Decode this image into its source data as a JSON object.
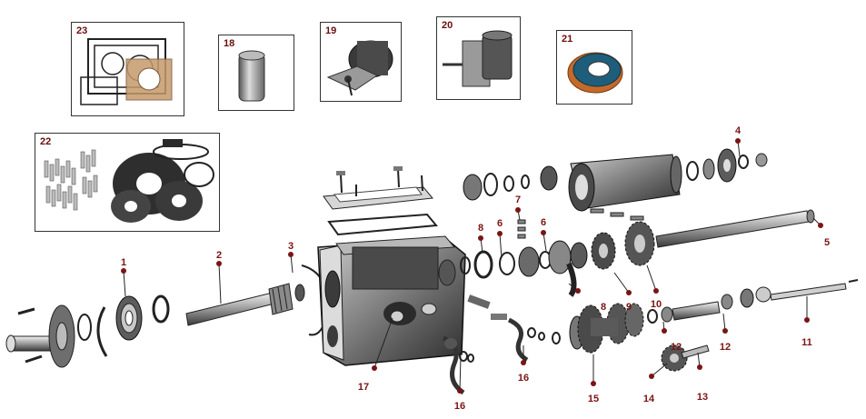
{
  "diagram": {
    "kind": "exploded parts diagram",
    "subject": "manual transmission",
    "palette": {
      "line": "#1a1a1a",
      "metal": "#8a8a8a",
      "dark": "#2b2b2b",
      "light": "#d9d9d9",
      "callout": "#7a1414",
      "seal_blue": "#1f5e7a",
      "seal_orange": "#c26a2a",
      "gasket_tan": "#b48a5a"
    }
  },
  "insets": [
    {
      "id": "23",
      "label": "23",
      "content": "gasket set"
    },
    {
      "id": "18",
      "label": "18",
      "content": "pin"
    },
    {
      "id": "19",
      "label": "19",
      "content": "housing"
    },
    {
      "id": "20",
      "label": "20",
      "content": "solenoid"
    },
    {
      "id": "21",
      "label": "21",
      "content": "oil seal"
    },
    {
      "id": "22",
      "label": "22",
      "content": "small parts kit"
    }
  ],
  "callouts": [
    "1",
    "2",
    "3",
    "4",
    "5",
    "6",
    "6",
    "7",
    "8",
    "8",
    "9",
    "10",
    "11",
    "12",
    "12",
    "13",
    "14",
    "15",
    "16",
    "16",
    "17"
  ]
}
